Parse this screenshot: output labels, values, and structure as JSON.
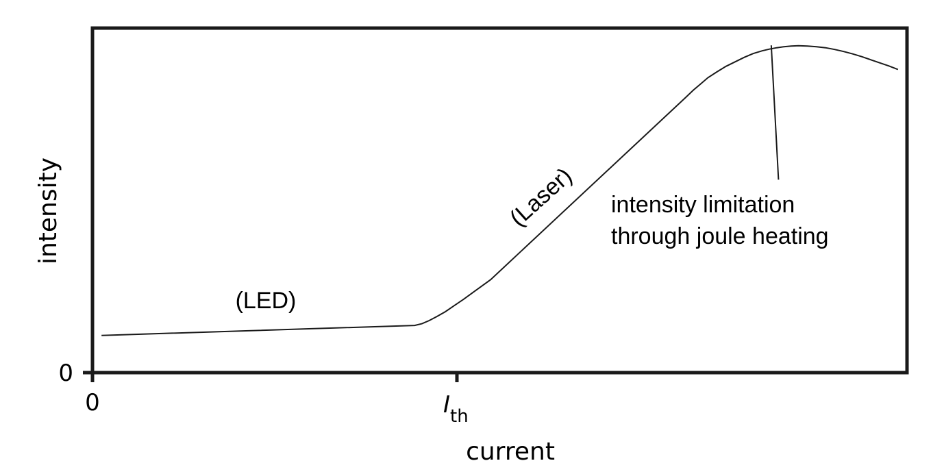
{
  "chart_data": {
    "type": "line",
    "xlabel": "current",
    "ylabel": "intensity",
    "x_ticks": [
      {
        "value": 0,
        "label": "0"
      },
      {
        "value": 2.0,
        "label_main": "I",
        "label_sub": "th"
      }
    ],
    "y_ticks": [
      {
        "value": 0,
        "label": "0"
      }
    ],
    "xlim": [
      0,
      4.5
    ],
    "ylim": [
      0,
      1.0
    ],
    "grid": false,
    "series": [
      {
        "x": [
          0.05,
          1.78,
          1.82,
          1.86,
          1.9,
          1.95,
          2.0,
          2.05,
          2.1,
          2.2,
          3.28,
          3.32,
          3.36,
          3.4,
          3.45,
          3.5,
          3.55,
          3.6,
          3.65,
          3.7,
          3.74,
          3.78,
          3.82,
          3.86,
          3.9,
          3.95,
          4.0,
          4.05,
          4.1,
          4.15,
          4.2,
          4.25,
          4.3,
          4.35,
          4.4,
          4.45
        ],
        "y": [
          0.108,
          0.137,
          0.142,
          0.151,
          0.162,
          0.177,
          0.195,
          0.213,
          0.232,
          0.27,
          0.8,
          0.82,
          0.838,
          0.856,
          0.873,
          0.889,
          0.902,
          0.915,
          0.926,
          0.934,
          0.939,
          0.943,
          0.946,
          0.948,
          0.949,
          0.948,
          0.946,
          0.943,
          0.938,
          0.932,
          0.925,
          0.917,
          0.908,
          0.899,
          0.89,
          0.88
        ]
      }
    ],
    "annotations": {
      "led": "(LED)",
      "laser": "(Laser)",
      "joule_line1": "intensity limitation",
      "joule_line2": "through joule heating"
    },
    "pointer": {
      "from": [
        3.79,
        0.56
      ],
      "to": [
        3.75,
        0.95
      ]
    }
  }
}
